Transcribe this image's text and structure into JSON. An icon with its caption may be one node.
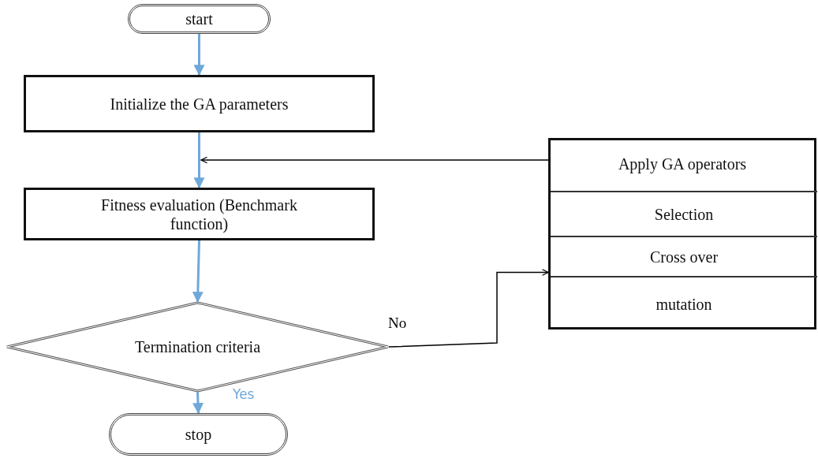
{
  "diagram": {
    "nodes": [
      {
        "text": [
          "start"
        ]
      },
      {
        "text": [
          "Initialize the GA parameters"
        ]
      },
      {
        "text": [
          "Fitness evaluation (Benchmark function)"
        ]
      },
      {
        "text": [
          "Termination criteria"
        ]
      },
      {
        "text": [
          "stop"
        ]
      },
      {
        "text": [
          "Apply GA operators"
        ]
      },
      {
        "text": [
          "Selection"
        ],
        "in": 5
      },
      {
        "text": [
          "Cross over"
        ],
        "in": 5
      },
      {
        "text": [
          "mutation"
        ],
        "in": 5
      }
    ],
    "edges": [
      {
        "from": 0,
        "to": 1,
        "arrow": "to"
      },
      {
        "from": 1,
        "to": 2,
        "arrow": "to"
      },
      {
        "from": 2,
        "to": 3,
        "arrow": "to"
      },
      {
        "from": 3,
        "to": 4,
        "arrow": "to",
        "label": "Yes"
      },
      {
        "from": 3,
        "to": 8,
        "arrow": "to",
        "label": "No",
        "color": "#000000"
      },
      {
        "from": 5,
        "to": null,
        "arrow": "to",
        "color": "#000000"
      }
    ]
  }
}
